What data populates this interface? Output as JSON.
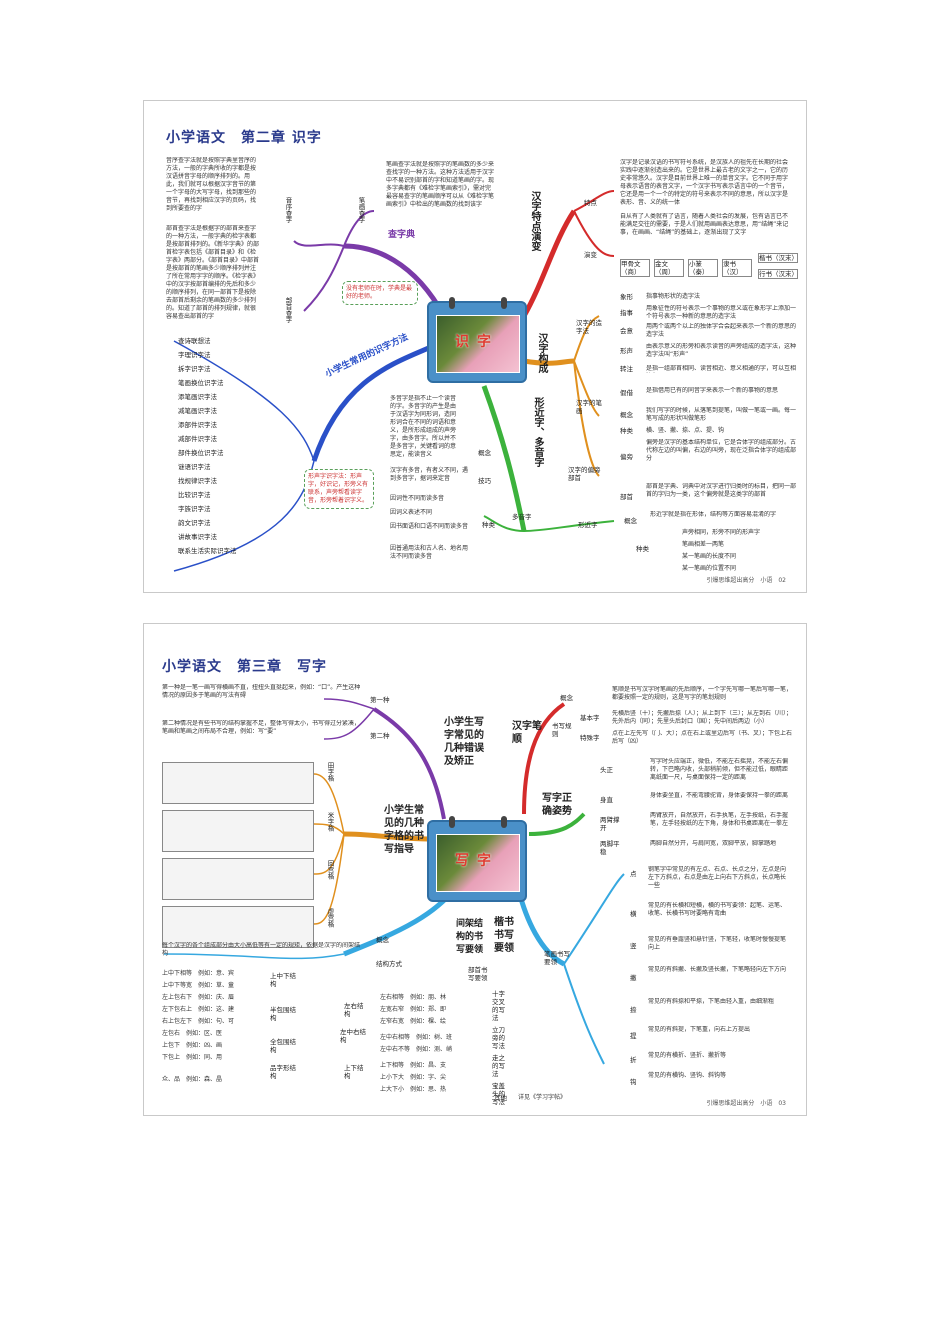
{
  "panel1": {
    "title": "小学语文　第二章 识字",
    "footer": "引爆思维超出高分　小语　02",
    "center_text": "识字",
    "branches": {
      "dict": "查字典",
      "methods": "小学生常用的识字方法",
      "evolution": "汉字特点演变",
      "structure": "汉字构成",
      "similar": "形近字、多音字"
    },
    "dict_items": {
      "pinyin": "音序查字",
      "bushou": "部首查字",
      "bihua": "笔画查字"
    },
    "dict_texts": {
      "pinyin": "音序查字法就是按照字典里音序的方法，一般的字典所收的字都是按汉语拼音字母的顺序排列的。用此，我们就可以根据汉字音节的第一个字母的大写字母，找到那些的音节，再找到相应汉字的页码，找到所要查的字",
      "bushou": "部首查字法是根据字的部首来查字的一种方法，一般字典的检字表都是按部首排列的。《新华字典》的部首检字表包括《部首目录》和《检字表》两部分。《部首目录》中部首是按部首的笔画多少顺序排列并注了所在常用字字的顺序。《检字表》中的汉字按部首编排的先后和多少的顺序排列，在同一部首下是按除去部首后剩余的笔画数的多少排列的。知道了部首的排列规律，就很容易查出部首的字",
      "bihua": "笔画查字法就是按照字的笔画数的多少来查找字的一种方法。这种方法适用于汉字中不易识别部首的字和知道笔画的字。现多字典都有《难检字笔画索引》，需对完最容易查字的笔画顺序可以从《难检字笔画索引》中检出的笔画数的找到该字"
    },
    "dict_tip": "没有老师在时，学典是最好的老师。",
    "method_items": [
      "查诗联想法",
      "字理识字法",
      "拆字识字法",
      "笔画换位识字法",
      "添笔画识字法",
      "减笔画识字法",
      "添部件识字法",
      "减部件识字法",
      "部件换位识字法",
      "谜语识字法",
      "找规律识字法",
      "比较识字法",
      "字族识字法",
      "韵文识字法",
      "讲故事识字法",
      "联系生活实际识字法"
    ],
    "method_tip": "形声字识字法：形声字，好识记，形旁义有联系，声旁帮看读字音，形旁帮着识字义。",
    "evolution_items": {
      "feature": "特点",
      "evolve": "演变"
    },
    "evolution_texts": {
      "feature1": "汉字是记录汉语的书写符号系统，是汉族人的祖先在长期的社会实践中逐渐创造出来的。它是世界上最古老的文字之一，它的历史非常悠久。汉字是目前世界上唯一的单音文字。它不同于用字母表示语音的表音文字，一个汉字书写表示语言中的一个音节，它还是用一个一个的特定的符号来表示不同的意思，所以汉字是表形、音、义的统一体",
      "feature2": "自从有了人类就有了语言，随着人类社会的发展，包有语言已不能满足交往的需要，于是人们就用画画表达意思，用“结绳”来记事，在画画、“结绳”的基础上，逐渐出现了文字"
    },
    "evolve_chain": [
      "甲骨文（商）",
      "金文（周）",
      "小篆（秦）",
      "隶书（汉）",
      "楷书（汉末）",
      "行书（汉末）"
    ],
    "structure_items": {
      "zaozi": "汉字的造字法",
      "bihua": "汉字的笔画",
      "pianpang": "汉字的偏旁部首"
    },
    "zaozi_sub": [
      "象形",
      "指事",
      "会意",
      "形声",
      "转注",
      "假借"
    ],
    "zaozi_texts": [
      "指事物形状的造字法",
      "用象征性的符号表示一个事物的意义或在象形字上添加一个符号表示一种新的意思的造字法",
      "用两个或两个以上的独体字合会起来表示一个新的意思的造字法",
      "由表示意义的形旁和表示读音的声旁组成的造字法，这种造字法叫“形声”",
      "是指一组部首相同、读音相近、意义相通的字，可以互相注释",
      "是指借用已有的同音字来表示一个新的事物的意思"
    ],
    "bihua_sub": [
      "概念",
      "种类"
    ],
    "bihua_texts": [
      "我们写字的时候，从落笔到提笔，叫做一笔或一画。每一笔写成的形状叫做笔形",
      "横、竖、撇、捺、点、提、钩"
    ],
    "pianpang_sub": [
      "偏旁",
      "部首"
    ],
    "pianpang_texts": [
      "偏旁是汉字的基本结构单位，它是合体字的组成部分。古代称左边的叫偏，右边的叫旁，现在泛指合体字的组成部分",
      "部首是字典、词典中对汉字进行归类时的标目，把同一部首的字归为一类，这个偏旁就是这类字的部首"
    ],
    "duoyin_items": {
      "gainian": "概念",
      "jiqiao": "技巧",
      "zhonglei": "种类"
    },
    "duoyin_texts": {
      "gainian": "多音字是指不止一个读音的字。多音字的产生是由于汉语字为同形词，造同形词合在不同的词语和意义，是所形成组成的声旁字，由多音字。所以并不是多音字，关键看词的意思定，能读音义",
      "jiqiao": "汉字有多音，有者义不同，遇到多音字，据词来定音",
      "zhonglei": [
        "因词性不同而读多音",
        "因词义表述不同",
        "因书面语和口语不同而读多音",
        "因普通用法和古人名、地名用法不同而读多音"
      ]
    },
    "similar_items": {
      "concept": "概念",
      "kinds": "种类"
    },
    "similar_texts": {
      "concept": "形近字就是指在形体，结构等方面容易混淆的字",
      "kinds": [
        "声旁相同，形旁不同的形声字",
        "笔画相差一两笔",
        "某一笔画的长度不同",
        "某一笔画的位置不同"
      ]
    },
    "label_xingjin": "形近字",
    "label_duoyin": "多音字"
  },
  "panel2": {
    "title": "小学语文　第三章　写字",
    "footer": "引爆思维超出高分　小语　03",
    "center_text": "写字",
    "branches": {
      "errors": "小学生写字常见的几种错误及矫正",
      "grids": "小学生常见的几种字格的书写指导",
      "order": "汉字笔顺",
      "posture": "写字正确姿势",
      "kaishu": "楷书书写要领",
      "frame": "间架结构的书写要领"
    },
    "error_items": [
      "第一种",
      "第二种"
    ],
    "error_texts": [
      "第一种是一笔一画写得横画不直，扭扭头直挺起来，例如：“口”。产生这种情况的原因多于笔画的写法有碍",
      "第二种情况是有些书写的结构掌握不足，整体写得太小，书写得过分紧凑，笔画和笔画之间布局不合理，例如：写“要”"
    ],
    "grid_items": [
      "田字格",
      "米字格",
      "回宫格",
      "虚宫格"
    ],
    "order_items": {
      "concept": "概念",
      "rules": "书写规则",
      "basic": "基本字",
      "special": "特殊字"
    },
    "order_texts": {
      "concept": "笔顺是书写汉字时笔画的先后顺序，一个字先写哪一笔后写哪一笔，都要按照一定的规则，这是写字的笔划规则",
      "basic": "先横后竖（十）；先撇后捺（人）；从上到下（三）；从左到右（川）；先外后内（同）；先里头后封口（国）；先中间后两边（小）",
      "special": "点在上左先写（门、大）；点在右上或里边后写（书、叉）；下包上右后写（凶）"
    },
    "posture_items": [
      "头正",
      "身直",
      "两臂撑开",
      "两脚平稳"
    ],
    "posture_texts": [
      "写字时头应端正，微低，不能左右摇晃，不能左右偏转，下巴略内收，头部稍前倾，但不能过低，眼睛距离纸面一尺，与桌面保持一定的距离",
      "身体要坐直，不能弯腰驼背，身体要保持一拳的距离",
      "两臂放开，自然放开，右手执笔，左手按纸，右手握笔，左手轻按纸的左下角，身体和书桌距离在一拳左右",
      "两脚自然分开，与肩同宽，双脚平放，脚掌踏地"
    ],
    "kaishu_items": {
      "bihua": "笔画书写要领",
      "bushou": "部首书写要领"
    },
    "stroke_names": [
      "点",
      "横",
      "竖",
      "撇",
      "捺",
      "提",
      "折",
      "钩"
    ],
    "stroke_texts": [
      "钢笔字中常见的有左点、右点、长点之分，左点是向左下方斜点，右点是由左上向右下方斜点，长点略长一些",
      "常见的有长横和短横，横的书写要领：起笔、运笔、收笔、长横书写时要略有弯曲",
      "常见的有垂露竖和悬针竖，下笔轻，收笔时慢慢提笔向上",
      "常见的有斜撇、长撇及竖长撇，下笔略轻向左下方向",
      "常见的有斜捺和平捺，下笔由轻入重，由细渐粗",
      "常见的有斜提，下笔重，向右上方提出",
      "常见的有横折、竖折、撇折等",
      "常见的有横钩、竖钩、斜钩等"
    ],
    "bushou_items": [
      "十字交叉的写法",
      "立刀旁的写法",
      "走之的写法",
      "宝盖头的写法",
      "其他"
    ],
    "frame_items": {
      "concept": "概念",
      "method": "结构方式"
    },
    "frame_concept": "每个汉字的各个组成部分由大小高低等有一定的规矩，依据是汉字的间架结构",
    "frame_types": [
      "上中下结构",
      "半包围结构",
      "全包围结构",
      "品字形结构",
      "左右结构",
      "左中右结构",
      "上下结构"
    ],
    "frame_examples": {
      "shangzhongxia": [
        "上中下相等　例如：意、宾",
        "上中下等宽　例如：草、童",
        "左上包右下　例如：庆、眉"
      ],
      "banbao": [
        "左下包右上　例如：这、建",
        "右上包左下　例如：句、可",
        "左包右　例如：区、医"
      ],
      "quanbao": [
        "上包下　例如：凶、画",
        "下包上　例如：同、用"
      ],
      "pinzi": [
        "众、品　例如：森、晶"
      ],
      "zuoyou": [
        "左右相等　例如：朋、林",
        "左宽右窄　例如：郑、即",
        "左窄右宽　例如：棵、绘"
      ],
      "zuozhongyou": [
        "左中右相等　例如：树、班",
        "左中右不等　例如：测、峭"
      ],
      "shangxia": [
        "上下相等　例如：昌、支",
        "上小下大　例如：字、尖",
        "上大下小　例如：思、热"
      ]
    },
    "misc": "详见《学习字帖》"
  }
}
